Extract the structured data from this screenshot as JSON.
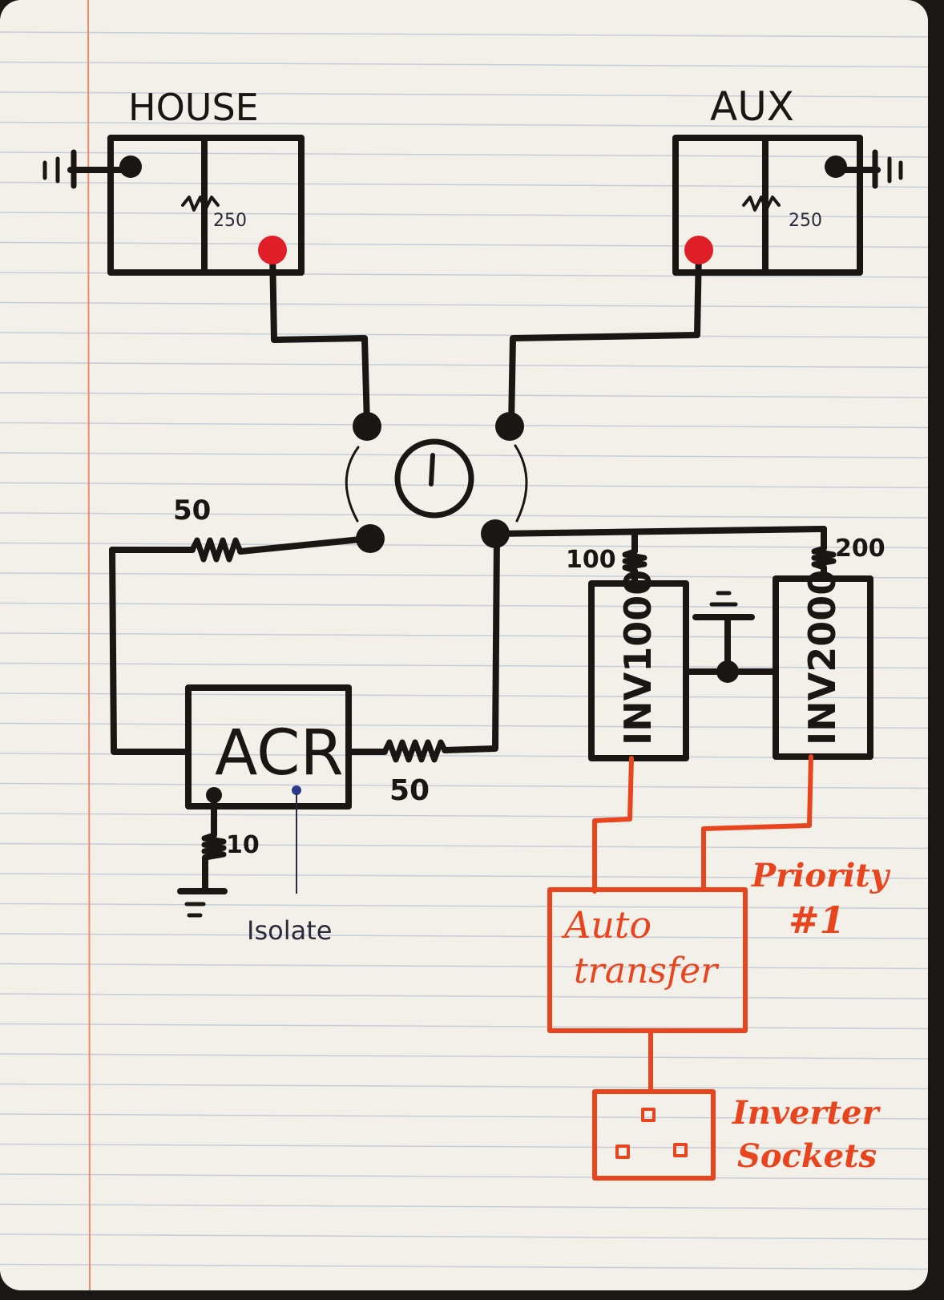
{
  "labels": {
    "house": "HOUSE",
    "aux": "AUX",
    "house_shunt": "250",
    "aux_shunt": "250",
    "res_switch_acr": "50",
    "res_acr_switch": "50",
    "res_inv1": "100",
    "res_inv2": "200",
    "acr": "ACR",
    "acr_ground_res": "10",
    "isolate": "Isolate",
    "inv1": "INV1000",
    "inv2": "INV2000",
    "auto_transfer_line1": "Auto",
    "auto_transfer_line2": "transfer",
    "priority_line1": "Priority",
    "priority_line2": "#1",
    "sockets_line1": "Inverter",
    "sockets_line2": "Sockets"
  },
  "colors": {
    "ink": "#1a1614",
    "red_ink": "#e8441e",
    "positive_terminal": "#e01e28",
    "paper": "#f3f0ea",
    "rule_line": "#c6cdd8",
    "margin_line": "#ef8a6a"
  }
}
